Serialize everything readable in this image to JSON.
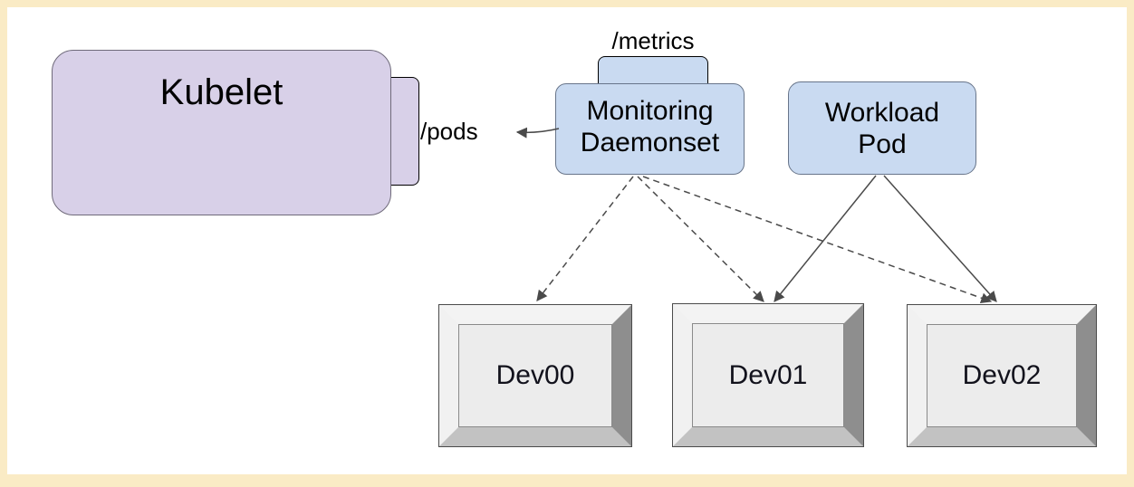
{
  "canvas": {
    "frame_color": "#FAEBC5",
    "background_color": "#FFFFFF",
    "line_color": "#4A4A4A"
  },
  "nodes": {
    "kubelet": {
      "label": "Kubelet",
      "endpoint_label": "/pods",
      "fill": "#D8D0E8"
    },
    "monitoring_daemonset": {
      "label_line1": "Monitoring",
      "label_line2": "Daemonset",
      "endpoint_label": "/metrics",
      "fill": "#C9DAF1"
    },
    "workload_pod": {
      "label_line1": "Workload",
      "label_line2": "Pod",
      "fill": "#C9DAF1"
    },
    "devices": [
      {
        "label": "Dev00"
      },
      {
        "label": "Dev01"
      },
      {
        "label": "Dev02"
      }
    ]
  },
  "edges": [
    {
      "from": "monitoring-daemonset",
      "to": "kubelet-pods-endpoint",
      "style": "solid-arrow"
    },
    {
      "from": "monitoring-daemonset",
      "to": "dev00",
      "style": "dashed-arrow"
    },
    {
      "from": "monitoring-daemonset",
      "to": "dev01",
      "style": "dashed-arrow"
    },
    {
      "from": "monitoring-daemonset",
      "to": "dev02",
      "style": "dashed-arrow"
    },
    {
      "from": "workload-pod",
      "to": "dev01",
      "style": "solid-arrow"
    },
    {
      "from": "workload-pod",
      "to": "dev02",
      "style": "solid-arrow"
    }
  ]
}
